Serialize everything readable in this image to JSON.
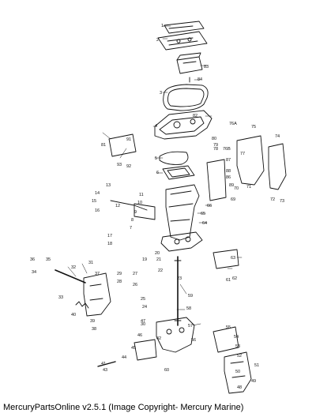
{
  "caption": "MercuryPartsOnline v2.5.1 (Image Copyright- Mercury Marine)",
  "callouts": [
    "1",
    "2",
    "83",
    "84",
    "3",
    "82",
    "4",
    "80",
    "79",
    "78",
    "76A",
    "76B",
    "75",
    "74",
    "81",
    "91",
    "93",
    "92",
    "5",
    "6",
    "87",
    "89",
    "88",
    "86",
    "69",
    "70",
    "77",
    "71",
    "72",
    "73",
    "13",
    "14",
    "15",
    "16",
    "12",
    "11",
    "10",
    "9",
    "8",
    "7",
    "66",
    "65",
    "64",
    "17",
    "18",
    "19",
    "20",
    "21",
    "22",
    "23",
    "63",
    "62",
    "61",
    "60",
    "36",
    "35",
    "34",
    "32",
    "31",
    "37",
    "33",
    "29",
    "28",
    "27",
    "26",
    "25",
    "24",
    "40",
    "39",
    "38",
    "59",
    "58",
    "57",
    "56",
    "55",
    "54",
    "53",
    "52",
    "51",
    "50",
    "49",
    "48",
    "47",
    "46",
    "45",
    "44",
    "43",
    "42",
    "41",
    "30"
  ]
}
